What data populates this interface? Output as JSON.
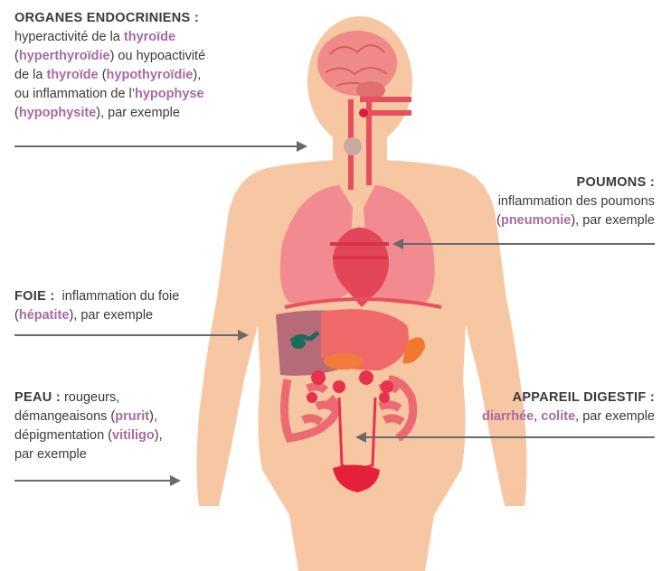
{
  "endocrine": {
    "title": "ORGANES ENDOCRINIENS :",
    "t1": "hyperactivité de la ",
    "h1": "thyroïde",
    "t2": "(",
    "h2": "hyperthyroïdie",
    "t3": ") ou hypoactivité",
    "t4": "de la ",
    "h3": "thyroïde",
    "t5": " (",
    "h4": "hypothyroïdie",
    "t6": "),",
    "t7": "ou inflammation de l’",
    "h5": "hypophyse",
    "t8": "(",
    "h6": "hypophysite",
    "t9": "), par exemple"
  },
  "lungs": {
    "title": "POUMONS :",
    "t1": "inflammation des poumons",
    "t2": "(",
    "h1": "pneumonie",
    "t3": "), par exemple"
  },
  "liver": {
    "title": "FOIE :",
    "t1": "  inflammation du foie",
    "t2": "(",
    "h1": "hépatite",
    "t3": "), par exemple"
  },
  "skin": {
    "title": "PEAU :",
    "t1": " rougeurs,",
    "t2": "démangeaisons (",
    "h1": "prurit",
    "t3": "),",
    "t4": "dépigmentation (",
    "h2": "vitiligo",
    "t5": "),",
    "t6": "par exemple"
  },
  "digestive": {
    "title": "APPAREIL DIGESTIF  :",
    "h1": "diarrhée",
    "t1": ", ",
    "h2": "colite",
    "t2": ", par exemple"
  },
  "colors": {
    "skin": "#f7c6a3",
    "highlight": "#a56ba3",
    "arrow": "#6a6a6a"
  }
}
